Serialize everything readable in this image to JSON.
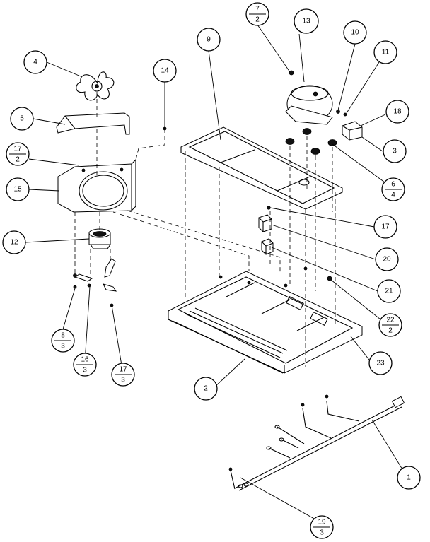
{
  "callouts": {
    "c1": {
      "label": "1"
    },
    "c2": {
      "label": "2"
    },
    "c3": {
      "label": "3"
    },
    "c4": {
      "label": "4"
    },
    "c5": {
      "label": "5"
    },
    "c6": {
      "num": "6",
      "den": "4"
    },
    "c7": {
      "num": "7",
      "den": "2"
    },
    "c8": {
      "num": "8",
      "den": "3"
    },
    "c9": {
      "label": "9"
    },
    "c10": {
      "label": "10"
    },
    "c11": {
      "label": "11"
    },
    "c12": {
      "label": "12"
    },
    "c13": {
      "label": "13"
    },
    "c14": {
      "label": "14"
    },
    "c15": {
      "label": "15"
    },
    "c16": {
      "num": "16",
      "den": "3"
    },
    "c17a": {
      "num": "17",
      "den": "2"
    },
    "c17b": {
      "label": "17"
    },
    "c17c": {
      "num": "17",
      "den": "3"
    },
    "c18": {
      "label": "18"
    },
    "c19": {
      "num": "19",
      "den": "3"
    },
    "c20": {
      "label": "20"
    },
    "c21": {
      "label": "21"
    },
    "c22": {
      "num": "22",
      "den": "2"
    },
    "c23": {
      "label": "23"
    }
  }
}
